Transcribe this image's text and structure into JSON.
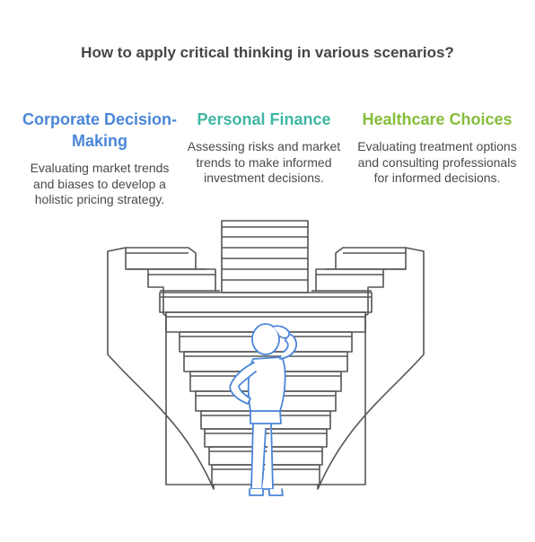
{
  "title": "How to apply critical thinking in various scenarios?",
  "columns": [
    {
      "heading": "Corporate Decision-Making",
      "body": "Evaluating market trends and biases to develop a holistic pricing strategy.",
      "color": "#4a86d8"
    },
    {
      "heading": "Personal Finance",
      "body": "Assessing risks and market trends to make informed investment decisions.",
      "color": "#3fb6a4"
    },
    {
      "heading": "Healthcare Choices",
      "body": "Evaluating treatment options and consulting professionals for informed decisions.",
      "color": "#86bd3a"
    }
  ],
  "colors": {
    "line": "#555555",
    "figure": "#4a86d8"
  },
  "icons": [
    "staircase-funnel-icon",
    "thinking-person-icon"
  ]
}
